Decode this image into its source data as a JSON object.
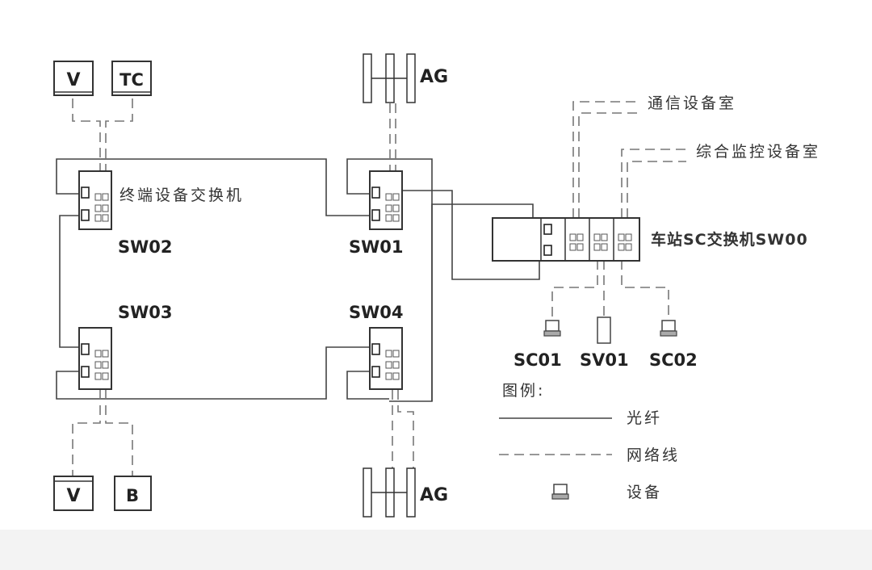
{
  "devices": {
    "v_top": "V",
    "tc": "TC",
    "v_bottom": "V",
    "b": "B",
    "ag_top": "AG",
    "ag_bottom": "AG"
  },
  "switches": {
    "sw01": "SW01",
    "sw02": "SW02",
    "sw03": "SW03",
    "sw04": "SW04",
    "sw02_desc": "终端设备交换机",
    "sw00": "车站SC交换机SW00"
  },
  "rooms": {
    "comm": "通信设备室",
    "monitor": "综合监控设备室"
  },
  "station": {
    "sc01": "SC01",
    "sv01": "SV01",
    "sc02": "SC02"
  },
  "legend": {
    "title": "图例:",
    "fiber": "光纤",
    "network": "网络线",
    "device": "设备"
  },
  "colors": {
    "line": "#444444",
    "dashed": "#777777",
    "background": "#ffffff"
  }
}
